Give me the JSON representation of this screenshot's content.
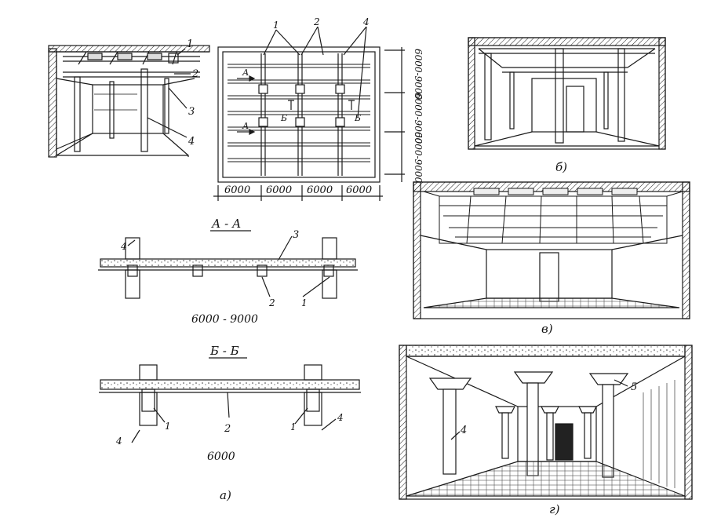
{
  "figure": {
    "panel_labels": {
      "a": "а)",
      "b": "б)",
      "v": "в)",
      "g": "г)"
    },
    "callouts_perspective_a": [
      "1",
      "2",
      "3",
      "4"
    ],
    "plan": {
      "top_callouts": [
        "1",
        "2",
        "4"
      ],
      "bottom_dims": [
        "6000",
        "6000",
        "6000",
        "6000"
      ],
      "right_dims": [
        "6000-9000",
        "6000-9000",
        "6000-9000"
      ],
      "section_marks": {
        "aa": "А",
        "bb": "Б"
      }
    },
    "section_aa": {
      "title": "А - А",
      "callouts": [
        "4",
        "3",
        "2",
        "1"
      ],
      "span_label": "6000 - 9000"
    },
    "section_bb": {
      "title": "Б - Б",
      "callouts": [
        "4",
        "1",
        "2",
        "1",
        "4"
      ],
      "span_label": "6000"
    },
    "perspective_g_callouts": [
      "5",
      "4"
    ]
  },
  "colors": {
    "ink": "#1a1a1a",
    "paper": "#ffffff"
  }
}
